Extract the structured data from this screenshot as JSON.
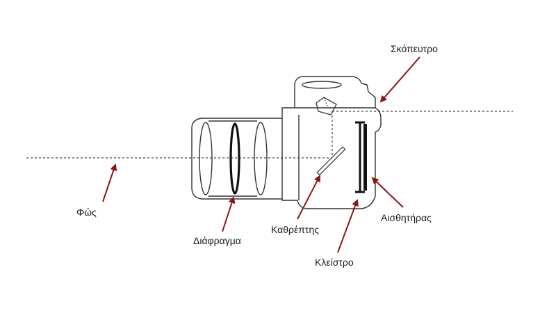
{
  "labels": {
    "light": "Φώς",
    "aperture": "Διάφραγμα",
    "mirror": "Καθρέπτης",
    "shutter": "Κλείστρο",
    "sensor": "Αισθητήρας",
    "viewfinder": "Σκόπευτρο"
  },
  "colors": {
    "arrow": "#8b1414",
    "outline": "#333333",
    "dashed": "#444444"
  }
}
